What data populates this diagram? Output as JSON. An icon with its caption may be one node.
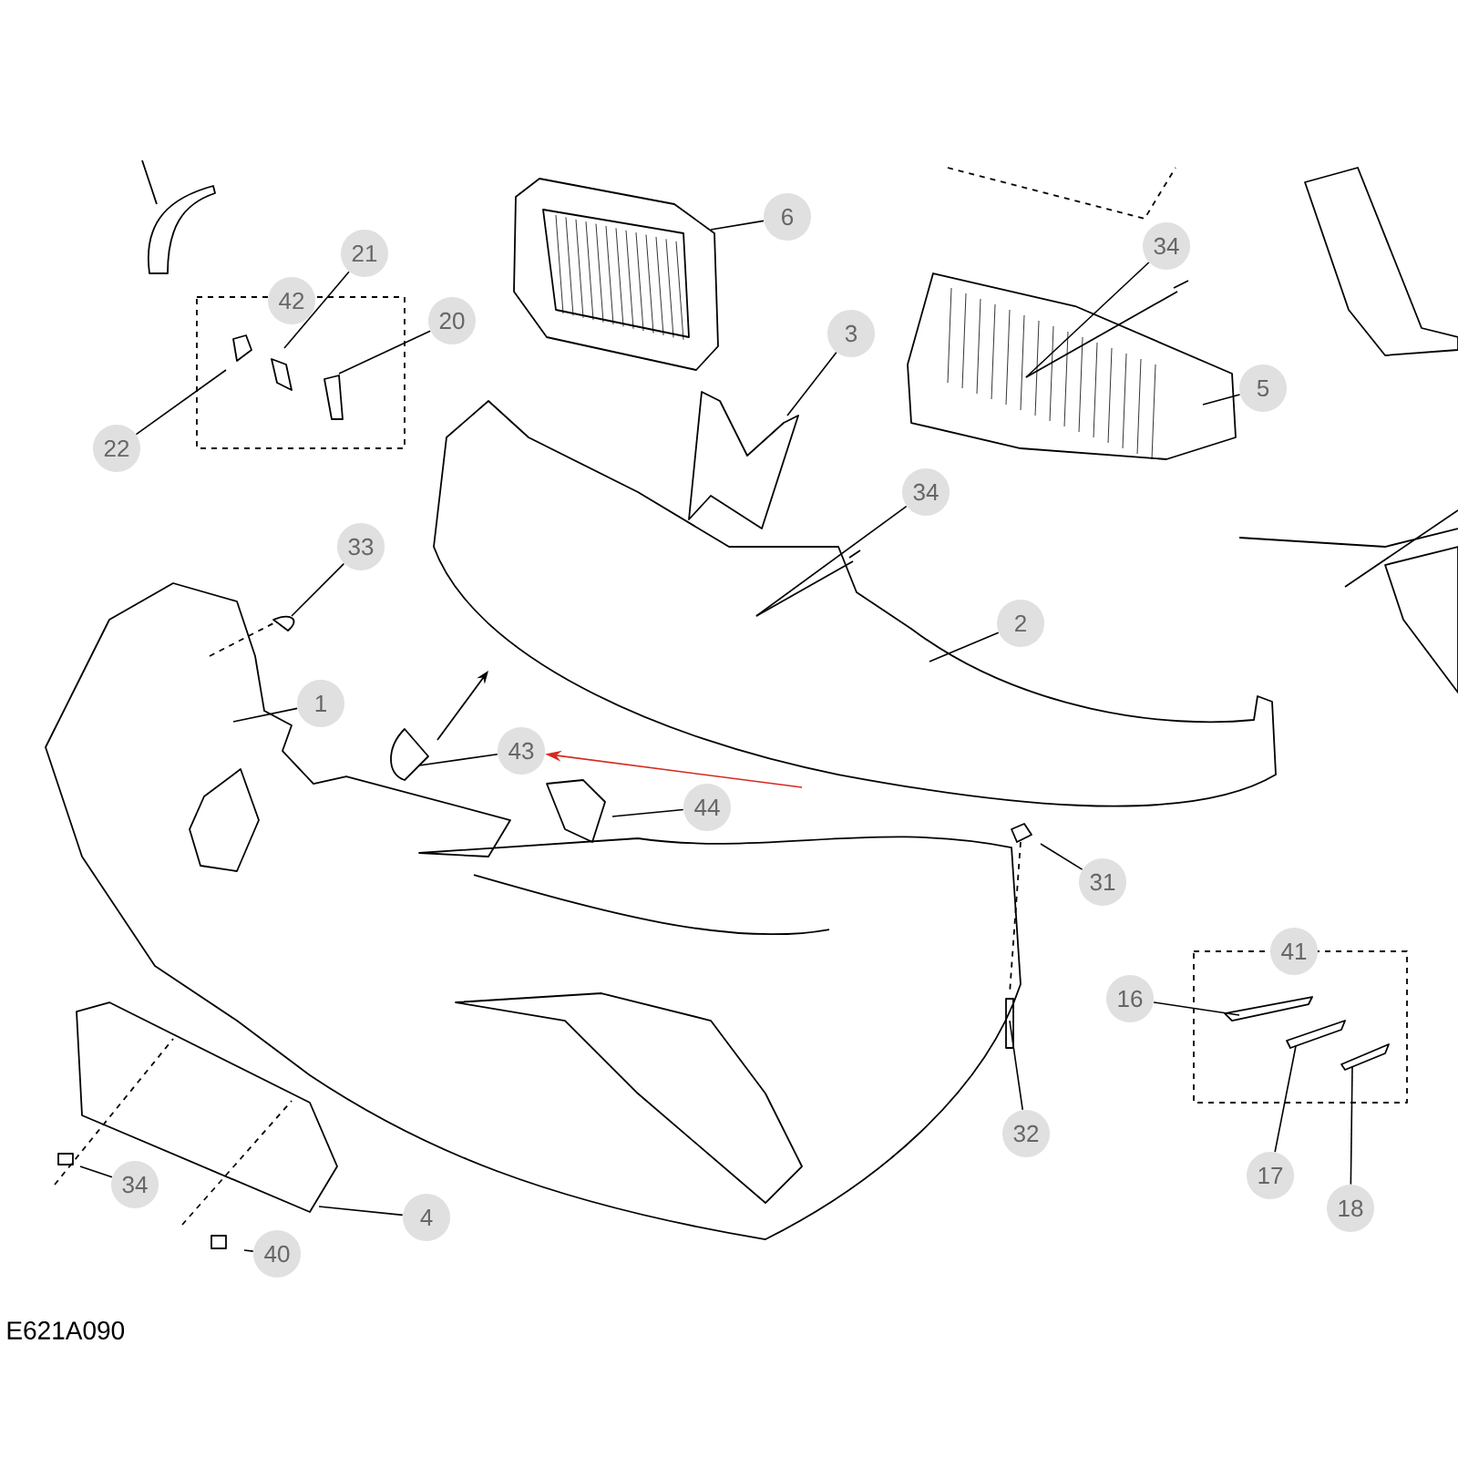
{
  "diagram": {
    "nodes": [
      {
        "text": [
          "6"
        ]
      },
      {
        "text": [
          "34"
        ]
      },
      {
        "text": [
          "21"
        ]
      },
      {
        "text": [
          "42"
        ]
      },
      {
        "text": [
          "20"
        ]
      },
      {
        "text": [
          "3"
        ]
      },
      {
        "text": [
          "5"
        ]
      },
      {
        "text": [
          "22"
        ]
      },
      {
        "text": [
          "34"
        ]
      },
      {
        "text": [
          "33"
        ]
      },
      {
        "text": [
          "2"
        ]
      },
      {
        "text": [
          "1"
        ]
      },
      {
        "text": [
          "43"
        ]
      },
      {
        "text": [
          "44"
        ]
      },
      {
        "text": [
          "31"
        ]
      },
      {
        "text": [
          "41"
        ]
      },
      {
        "text": [
          "16"
        ]
      },
      {
        "text": [
          "32"
        ]
      },
      {
        "text": [
          "17"
        ]
      },
      {
        "text": [
          "34"
        ]
      },
      {
        "text": [
          "18"
        ]
      },
      {
        "text": [
          "4"
        ]
      },
      {
        "text": [
          "40"
        ]
      }
    ],
    "edges": [
      {
        "from": 0,
        "to": null,
        "arrow": "none"
      },
      {
        "from": 1,
        "to": null,
        "arrow": "none"
      },
      {
        "from": 2,
        "to": null,
        "arrow": "none"
      },
      {
        "from": 4,
        "to": null,
        "arrow": "none"
      },
      {
        "from": 5,
        "to": null,
        "arrow": "none"
      },
      {
        "from": 6,
        "to": null,
        "arrow": "none"
      },
      {
        "from": 7,
        "to": null,
        "arrow": "none"
      },
      {
        "from": 8,
        "to": null,
        "arrow": "none"
      },
      {
        "from": 9,
        "to": null,
        "arrow": "none"
      },
      {
        "from": 10,
        "to": null,
        "arrow": "none"
      },
      {
        "from": 11,
        "to": null,
        "arrow": "none"
      },
      {
        "from": 12,
        "to": null,
        "arrow": "none"
      },
      {
        "from": 13,
        "to": null,
        "arrow": "none"
      },
      {
        "from": 14,
        "to": null,
        "arrow": "none"
      },
      {
        "from": 16,
        "to": null,
        "arrow": "none"
      },
      {
        "from": 17,
        "to": null,
        "arrow": "none"
      },
      {
        "from": 18,
        "to": null,
        "arrow": "none"
      },
      {
        "from": 19,
        "to": null,
        "arrow": "none"
      },
      {
        "from": 20,
        "to": null,
        "arrow": "none"
      },
      {
        "from": 21,
        "to": null,
        "arrow": "none"
      },
      {
        "from": 22,
        "to": null,
        "arrow": "none"
      },
      {
        "from": null,
        "to": 12,
        "arrow": "to",
        "color": "#d42a1e"
      }
    ],
    "labels": [
      "E621A090"
    ]
  }
}
